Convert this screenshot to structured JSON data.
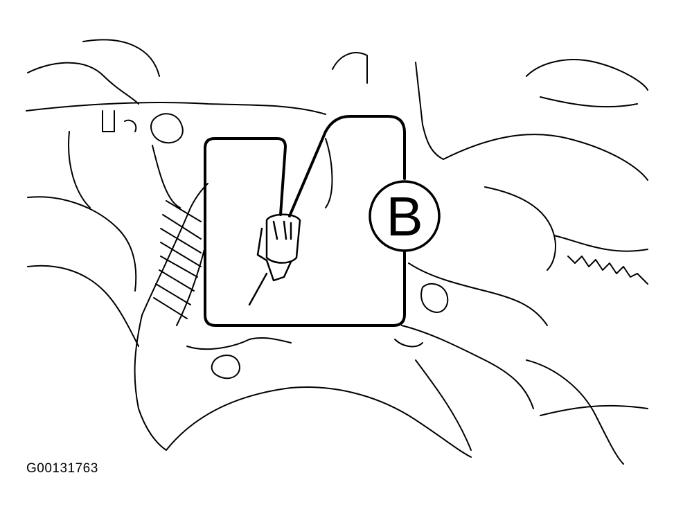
{
  "figure": {
    "id": "G00131763",
    "callout_label": "B",
    "description": "Engine compartment line drawing with connector highlighted in rounded callout frame"
  },
  "colors": {
    "line": "#000000",
    "background": "#ffffff"
  }
}
